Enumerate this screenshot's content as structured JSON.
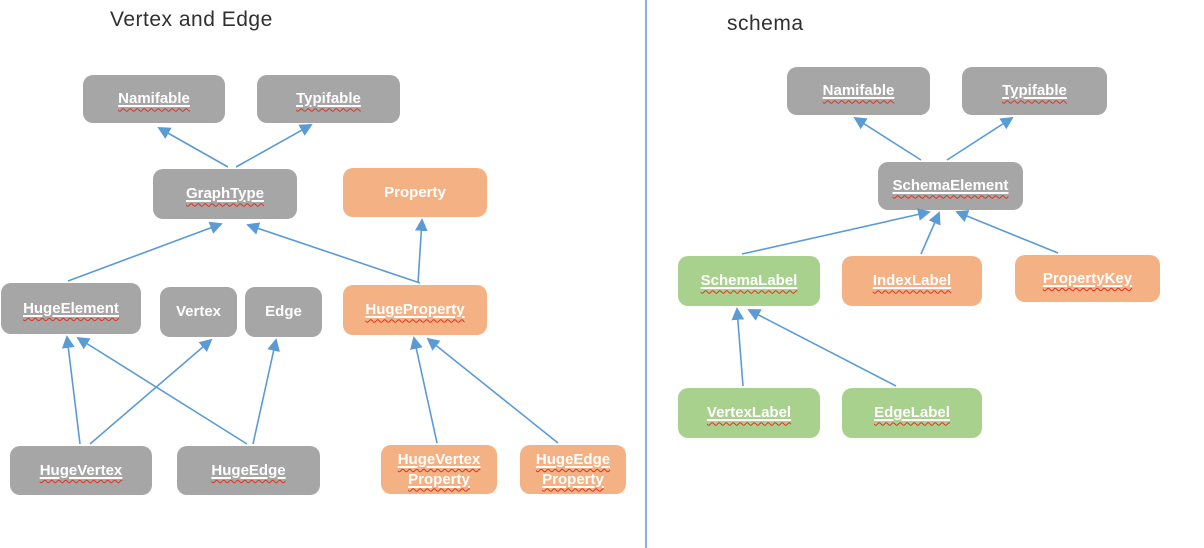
{
  "palette": {
    "gray_box": "#a6a6a6",
    "orange_box": "#f4b183",
    "green_box": "#a9d18e",
    "arrow_blue": "#5b9bd5",
    "divider_blue": "#8ab0de",
    "squiggle_red": "#e0301e",
    "node_text": "#ffffff",
    "title_text": "#303030"
  },
  "left": {
    "title": "Vertex and Edge",
    "nodes": {
      "namifable": {
        "label": "Namifable",
        "color": "gray"
      },
      "typifable": {
        "label": "Typifable",
        "color": "gray"
      },
      "graphType": {
        "label": "GraphType",
        "color": "gray"
      },
      "property": {
        "label": "Property",
        "color": "orange"
      },
      "hugeElement": {
        "label": "HugeElement",
        "color": "gray"
      },
      "vertex": {
        "label": "Vertex",
        "color": "gray"
      },
      "edge": {
        "label": "Edge",
        "color": "gray"
      },
      "hugeProperty": {
        "label": "HugeProperty",
        "color": "orange"
      },
      "hugeVertex": {
        "label": "HugeVertex",
        "color": "gray"
      },
      "hugeEdge": {
        "label": "HugeEdge",
        "color": "gray"
      },
      "hugeVertexProperty": {
        "label": "HugeVertex",
        "label2": "Property",
        "color": "orange"
      },
      "hugeEdgeProperty": {
        "label": "HugeEdge",
        "label2": "Property",
        "color": "orange"
      }
    },
    "relations": [
      {
        "from": "GraphType",
        "to": "Namifable"
      },
      {
        "from": "GraphType",
        "to": "Typifable"
      },
      {
        "from": "HugeElement",
        "to": "GraphType"
      },
      {
        "from": "HugeProperty",
        "to": "GraphType"
      },
      {
        "from": "HugeProperty",
        "to": "Property"
      },
      {
        "from": "HugeVertex",
        "to": "HugeElement"
      },
      {
        "from": "HugeVertex",
        "to": "Vertex"
      },
      {
        "from": "HugeEdge",
        "to": "HugeElement"
      },
      {
        "from": "HugeEdge",
        "to": "Edge"
      },
      {
        "from": "HugeVertexProperty",
        "to": "HugeProperty"
      },
      {
        "from": "HugeEdgeProperty",
        "to": "HugeProperty"
      }
    ]
  },
  "right": {
    "title": "schema",
    "nodes": {
      "namifable": {
        "label": "Namifable",
        "color": "gray"
      },
      "typifable": {
        "label": "Typifable",
        "color": "gray"
      },
      "schemaElement": {
        "label": "SchemaElement",
        "color": "gray"
      },
      "schemaLabel": {
        "label": "SchemaLabel",
        "color": "green"
      },
      "indexLabel": {
        "label": "IndexLabel",
        "color": "orange"
      },
      "propertyKey": {
        "label": "PropertyKey",
        "color": "orange"
      },
      "vertexLabel": {
        "label": "VertexLabel",
        "color": "green"
      },
      "edgeLabel": {
        "label": "EdgeLabel",
        "color": "green"
      }
    },
    "relations": [
      {
        "from": "SchemaElement",
        "to": "Namifable"
      },
      {
        "from": "SchemaElement",
        "to": "Typifable"
      },
      {
        "from": "SchemaLabel",
        "to": "SchemaElement"
      },
      {
        "from": "IndexLabel",
        "to": "SchemaElement"
      },
      {
        "from": "PropertyKey",
        "to": "SchemaElement"
      },
      {
        "from": "VertexLabel",
        "to": "SchemaLabel"
      },
      {
        "from": "EdgeLabel",
        "to": "SchemaLabel"
      }
    ]
  }
}
